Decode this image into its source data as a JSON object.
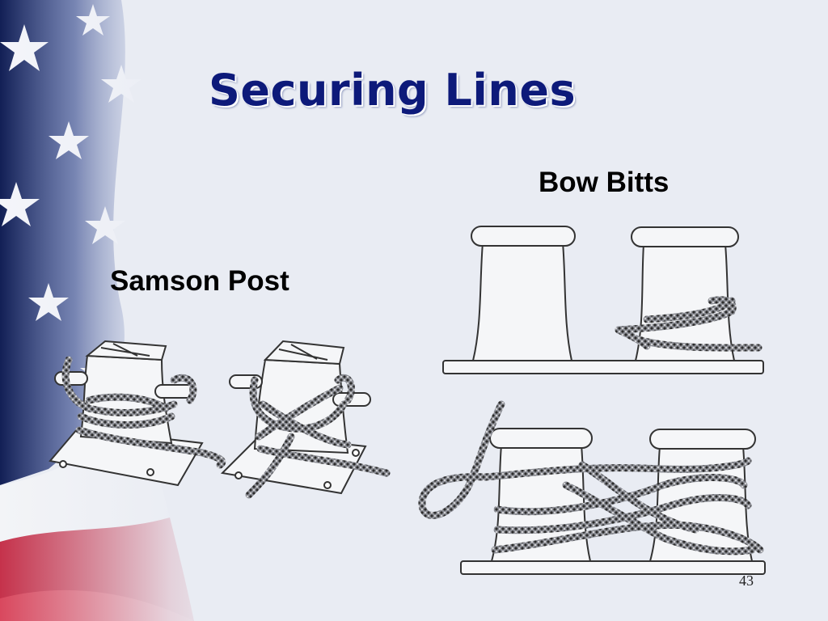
{
  "slide": {
    "title": "Securing Lines",
    "labels": {
      "samson_post": "Samson Post",
      "bow_bitts": "Bow Bitts"
    },
    "page_number": "43"
  },
  "colors": {
    "title": "#0d1a7a",
    "background": "#e9ecf3",
    "flag_blue": "#1f2f6e",
    "flag_red": "#c0304a"
  }
}
